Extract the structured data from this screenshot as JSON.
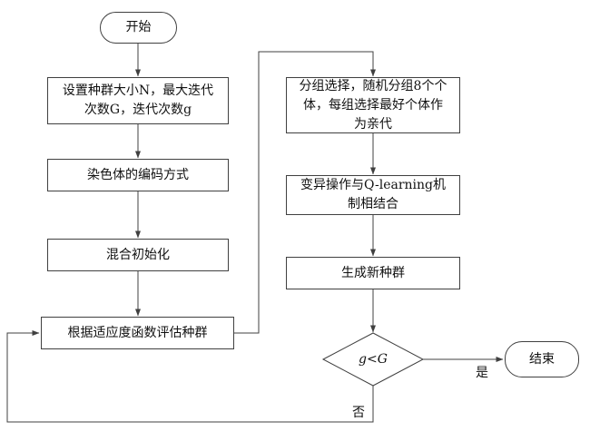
{
  "flowchart": {
    "nodes": {
      "start": {
        "label": "开始"
      },
      "set_params": {
        "label": "设置种群大小N，最大迭代次数G，迭代次数g"
      },
      "encoding": {
        "label": "染色体的编码方式"
      },
      "hybrid_init": {
        "label": "混合初始化"
      },
      "evaluate": {
        "label": "根据适应度函数评估种群"
      },
      "group_select": {
        "label": "分组选择，随机分组8个个体，每组选择最好个体作为亲代"
      },
      "mutation_qlearning": {
        "label": "变异操作与Q-learning机制相结合"
      },
      "new_population": {
        "label": "生成新种群"
      },
      "decision": {
        "label": "g<G"
      },
      "end": {
        "label": "结束"
      }
    },
    "branch_labels": {
      "yes": "是",
      "no": "否"
    },
    "colors": {
      "stroke": "#404040",
      "text": "#111111",
      "background": "#ffffff"
    }
  }
}
